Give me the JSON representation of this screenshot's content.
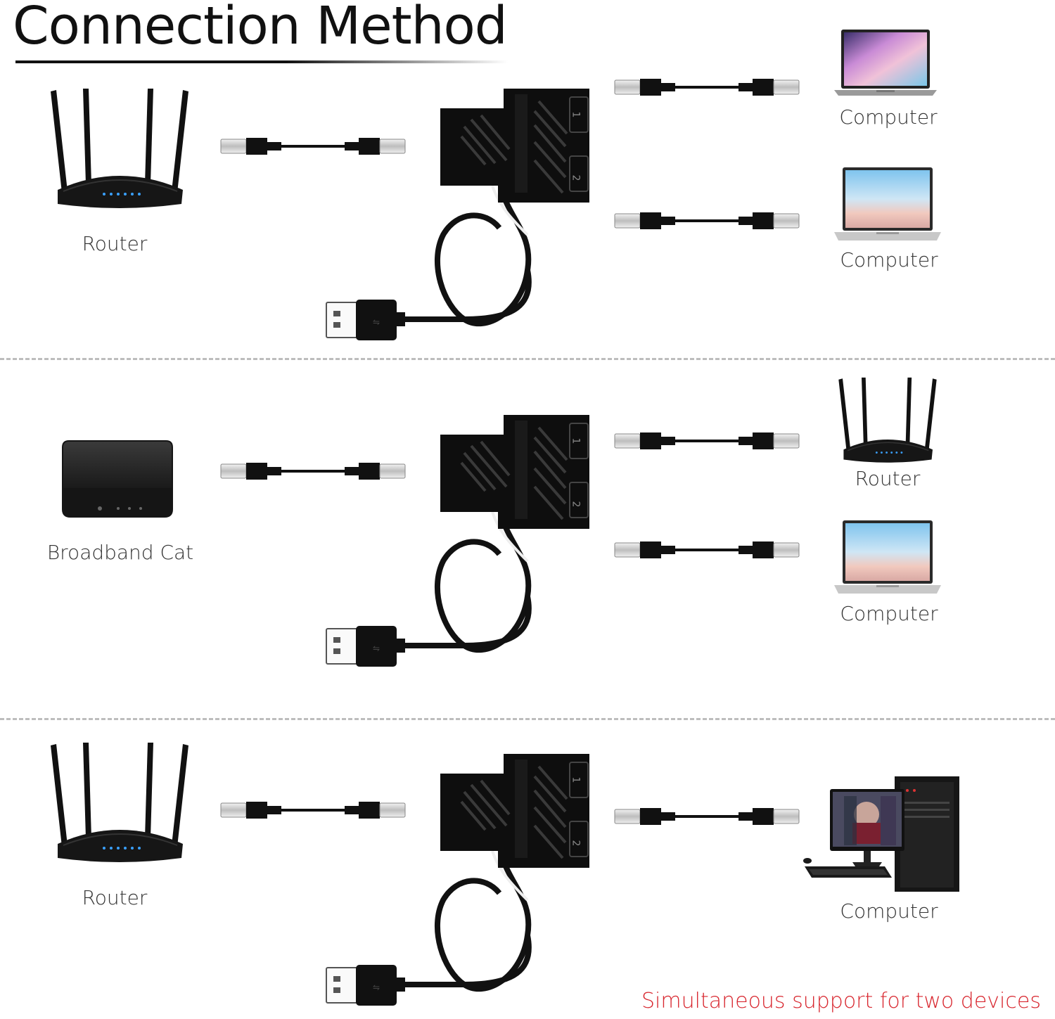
{
  "title": "Connection Method",
  "footnote": "Simultaneous support for two devices",
  "colors": {
    "accent": "#d8262e",
    "device": "#111111",
    "divider": "#bdbdbd"
  },
  "sections": [
    {
      "source": {
        "label": "Router",
        "icon": "router-icon"
      },
      "outputs": [
        {
          "label": "Computer",
          "icon": "laptop-icon"
        },
        {
          "label": "Computer",
          "icon": "laptop-icon"
        }
      ]
    },
    {
      "source": {
        "label": "Broadband Cat",
        "icon": "modem-icon"
      },
      "outputs": [
        {
          "label": "Router",
          "icon": "router-icon"
        },
        {
          "label": "Computer",
          "icon": "laptop-icon"
        }
      ]
    },
    {
      "source": {
        "label": "Router",
        "icon": "router-icon"
      },
      "outputs": [
        {
          "label": "Computer",
          "icon": "desktop-computer-icon"
        }
      ]
    }
  ],
  "splitter": {
    "ports": [
      "1",
      "2"
    ],
    "icon": "ethernet-splitter-icon",
    "power": "usb-plug-icon"
  }
}
